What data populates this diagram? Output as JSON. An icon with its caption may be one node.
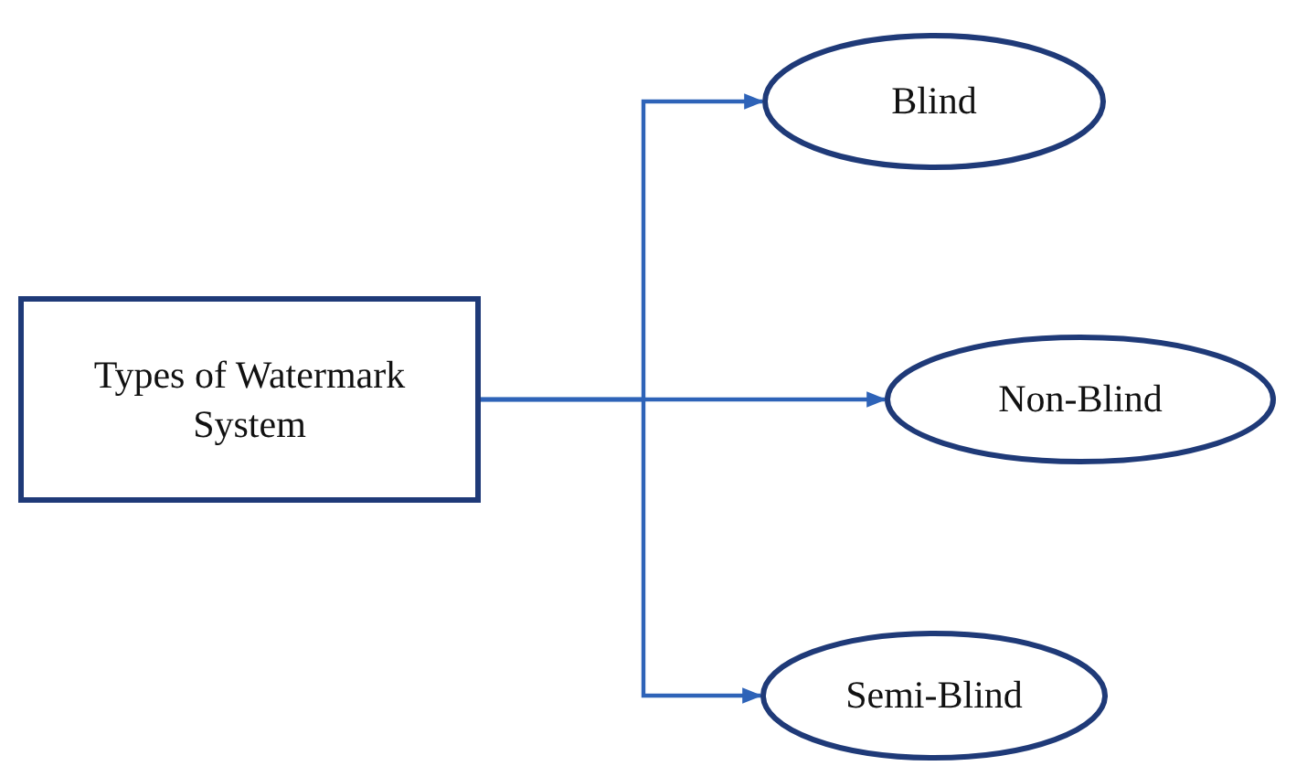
{
  "diagram": {
    "nodes": [
      {
        "text": [
          "Types of Watermark System"
        ]
      },
      {
        "text": [
          "Blind"
        ]
      },
      {
        "text": [
          "Non-Blind"
        ]
      },
      {
        "text": [
          "Semi-Blind"
        ]
      }
    ],
    "edges": [
      {
        "from": 0,
        "to": 1,
        "arrow": "to"
      },
      {
        "from": 0,
        "to": 2,
        "arrow": "to"
      },
      {
        "from": 0,
        "to": 3,
        "arrow": "to"
      }
    ]
  }
}
